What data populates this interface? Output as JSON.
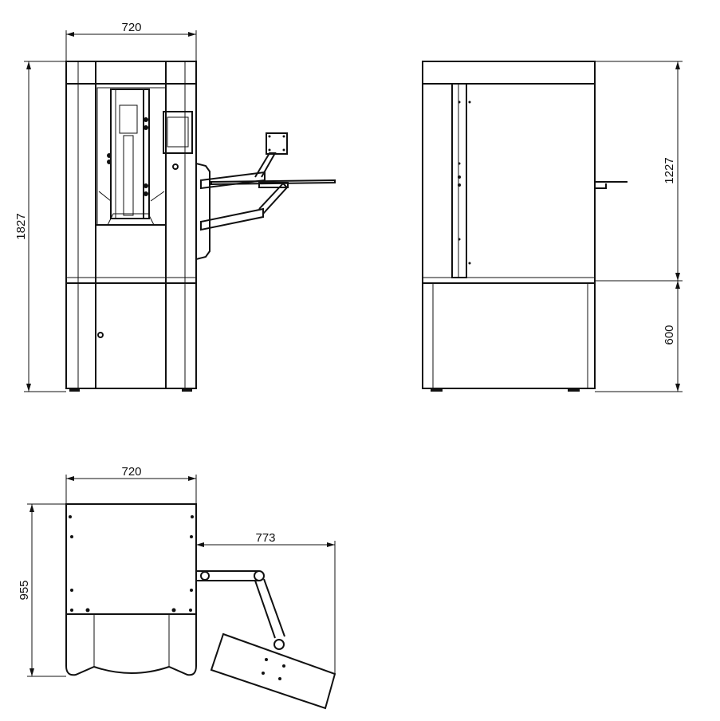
{
  "drawing": {
    "front_view": {
      "width_label": "720",
      "height_label": "1827"
    },
    "side_view": {
      "upper_height_label": "1227",
      "lower_height_label": "600"
    },
    "top_view": {
      "width_label": "720",
      "depth_label": "955",
      "arm_reach_label": "773"
    }
  },
  "colors": {
    "line": "#111111",
    "background": "#ffffff"
  }
}
